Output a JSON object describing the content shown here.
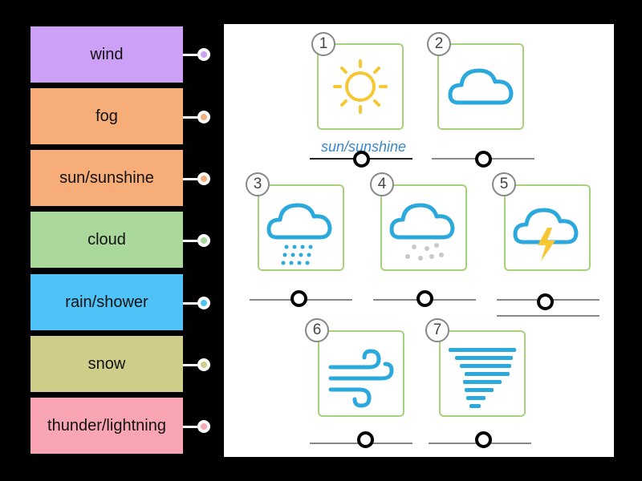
{
  "labels": [
    {
      "text": "wind",
      "color": "#cda0f7"
    },
    {
      "text": "fog",
      "color": "#f6ad78"
    },
    {
      "text": "sun/sunshine",
      "color": "#f6ad78"
    },
    {
      "text": "cloud",
      "color": "#a9d89a"
    },
    {
      "text": "rain/shower",
      "color": "#4fc3f7"
    },
    {
      "text": "snow",
      "color": "#cfcd8a"
    },
    {
      "text": "thunder/lightning",
      "color": "#f9a5b3"
    }
  ],
  "tiles": [
    {
      "number": "1",
      "icon": "sun-icon",
      "answer": "sun/sunshine"
    },
    {
      "number": "2",
      "icon": "cloud-icon",
      "answer": ""
    },
    {
      "number": "3",
      "icon": "rain-cloud-icon",
      "answer": ""
    },
    {
      "number": "4",
      "icon": "snow-cloud-icon",
      "answer": ""
    },
    {
      "number": "5",
      "icon": "thunder-cloud-icon",
      "answer": ""
    },
    {
      "number": "6",
      "icon": "wind-icon",
      "answer": ""
    },
    {
      "number": "7",
      "icon": "tornado-icon",
      "answer": ""
    }
  ],
  "colors": {
    "icon_blue": "#2ba9dd",
    "sun_yellow": "#f7c633",
    "tile_border": "#a7d27a",
    "answer_text": "#3a88c9"
  }
}
